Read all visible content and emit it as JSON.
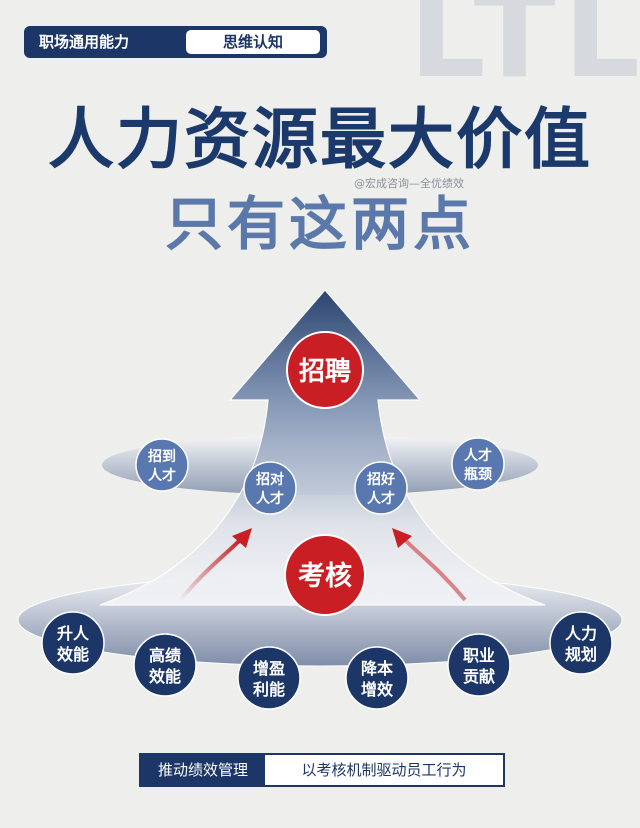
{
  "watermark_letters": "LTL",
  "tag": {
    "category": "职场通用能力",
    "topic": "思维认知"
  },
  "title": "人力资源最大价值",
  "credit": "@宏成咨询—全优绩效",
  "subtitle": "只有这两点",
  "diagram": {
    "top_node": "招聘",
    "middle_node": "考核",
    "upper_ring": [
      {
        "l1": "招到",
        "l2": "人才"
      },
      {
        "l1": "招对",
        "l2": "人才"
      },
      {
        "l1": "招好",
        "l2": "人才"
      },
      {
        "l1": "人才",
        "l2": "瓶颈"
      }
    ],
    "lower_ring": [
      {
        "l1": "升人",
        "l2": "效能"
      },
      {
        "l1": "高绩",
        "l2": "效能"
      },
      {
        "l1": "增盈",
        "l2": "利能"
      },
      {
        "l1": "降本",
        "l2": "增效"
      },
      {
        "l1": "职业",
        "l2": "贡献"
      },
      {
        "l1": "人力",
        "l2": "规划"
      }
    ],
    "colors": {
      "navy": "#1c3767",
      "mid_blue": "#5a78b0",
      "red": "#c81e24"
    }
  },
  "banner": {
    "label": "推动绩效管理",
    "text": "以考核机制驱动员工行为"
  }
}
